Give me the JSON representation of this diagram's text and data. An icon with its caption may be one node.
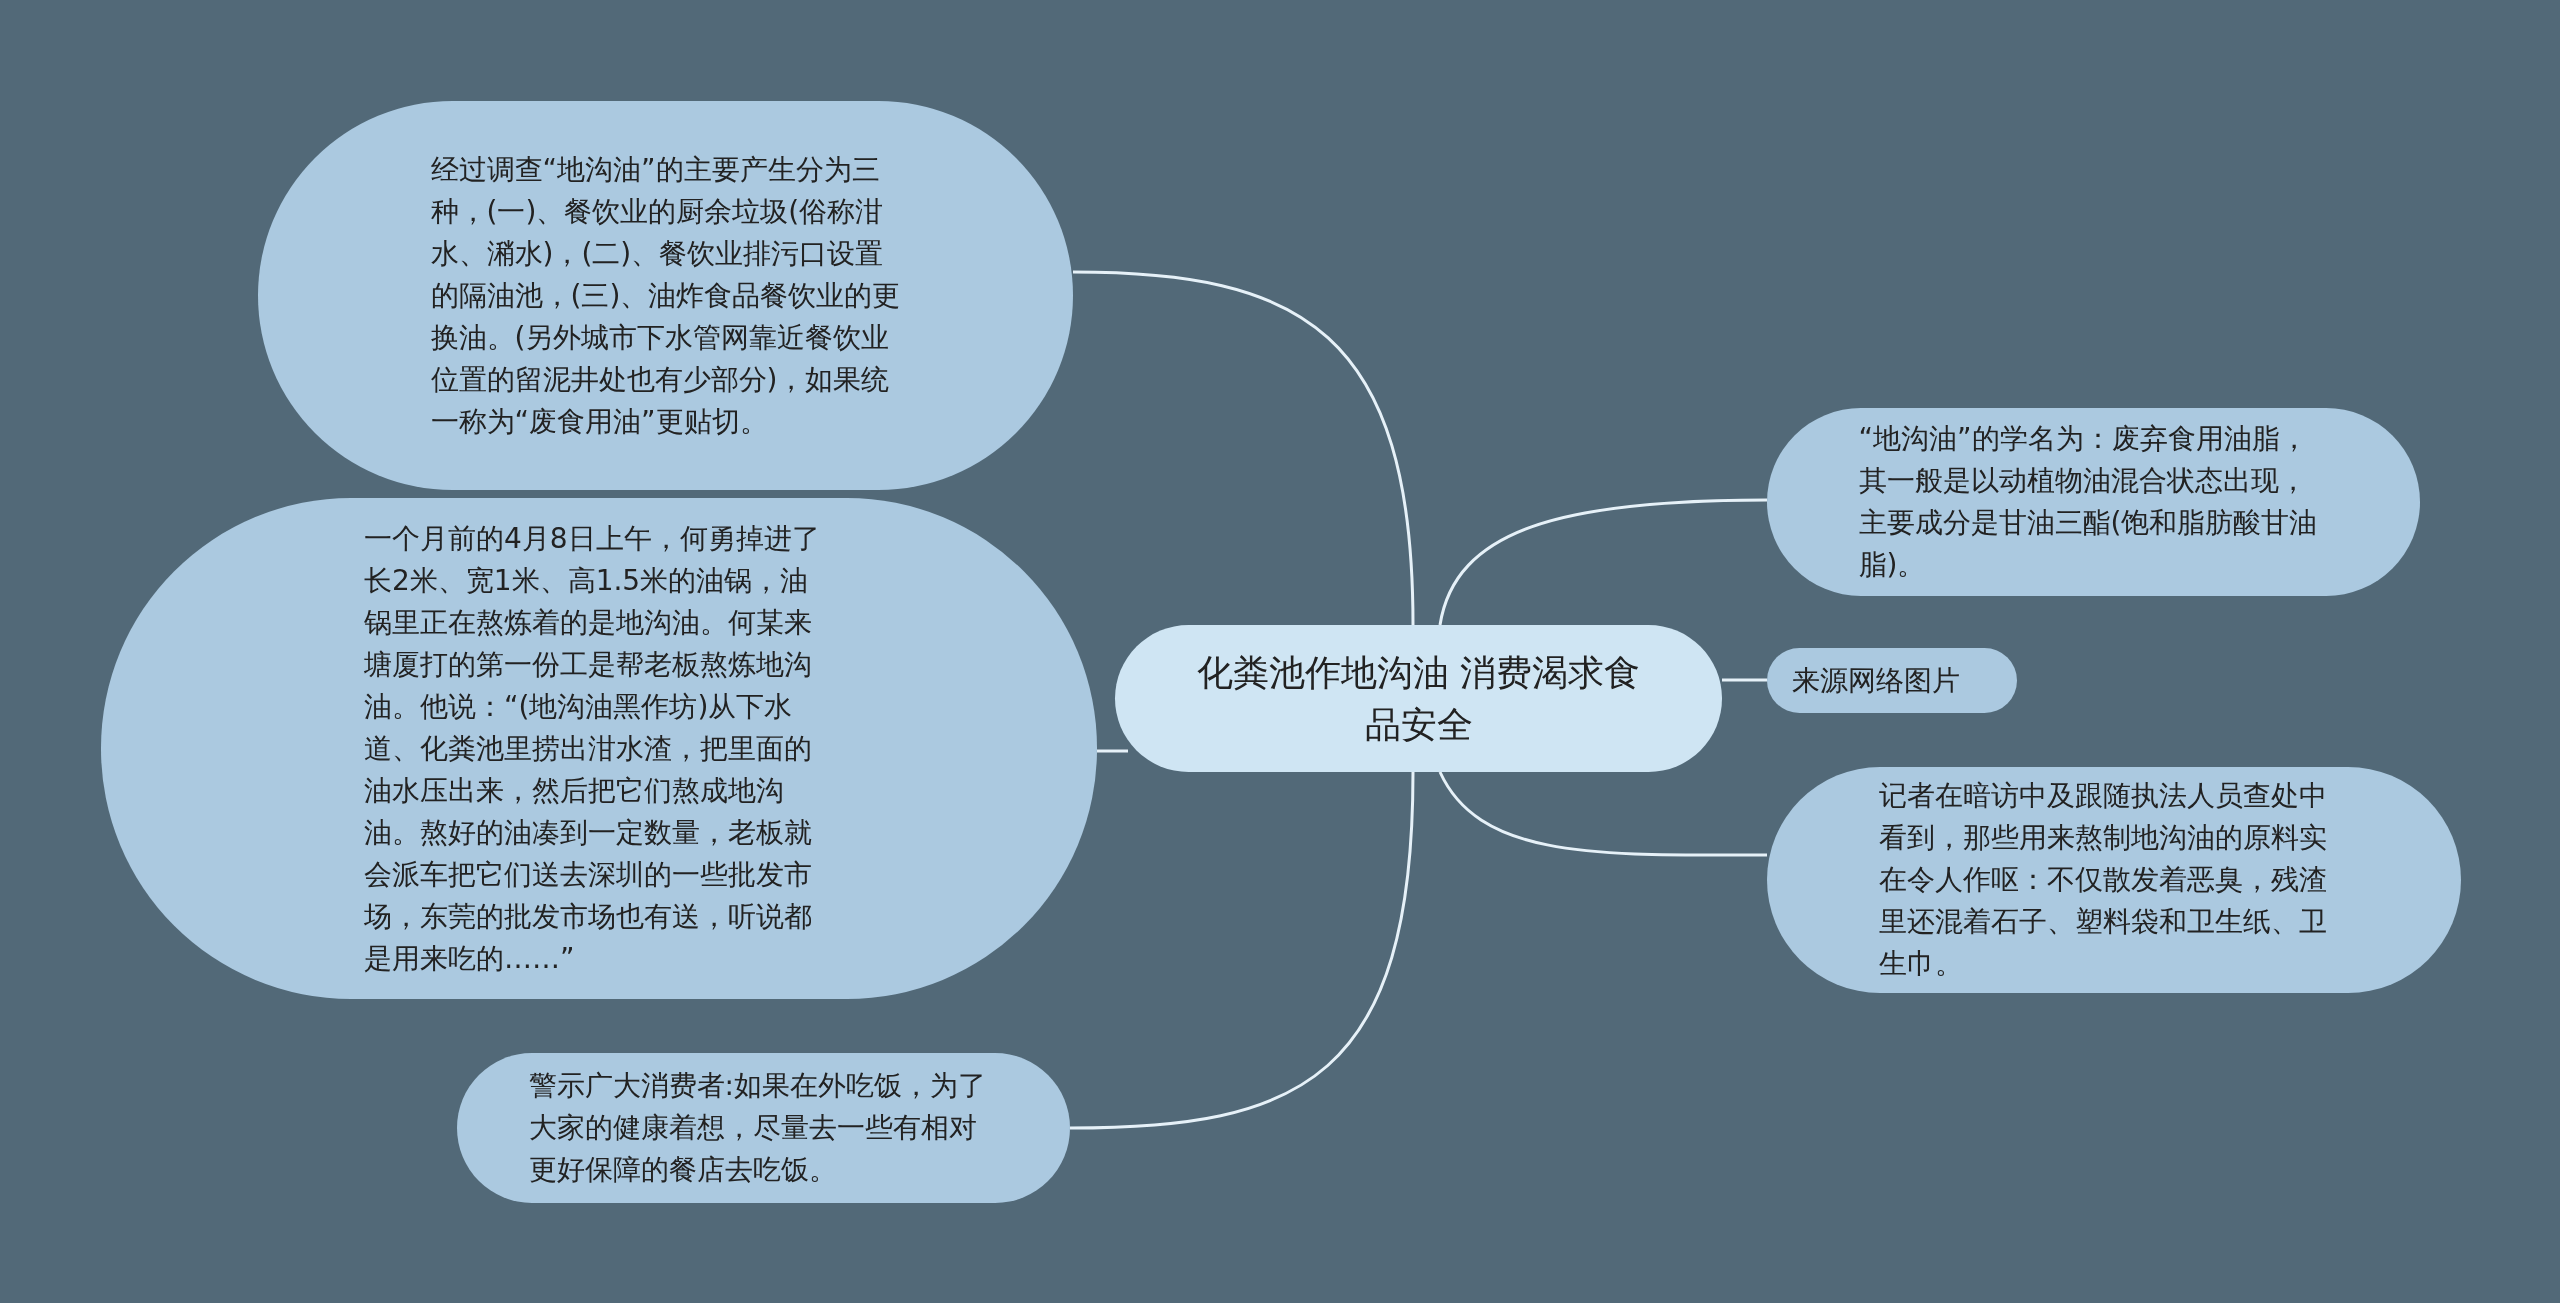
{
  "diagram": {
    "nodes": [
      {
        "text": [
          "化粪池作地沟油 消费渴求食品安全"
        ]
      },
      {
        "text": [
          "经过调查“地沟油”的主要产生分为三种，(一)、餐饮业的厨余垃圾(俗称泔水、潲水)，(二)、餐饮业排污口设置的隔油池，(三)、油炸食品餐饮业的更换油。(另外城市下水管网靠近餐饮业位置的留泥井处也有少部分)，如果统一称为“废食用油”更贴切。"
        ]
      },
      {
        "text": [
          "一个月前的4月8日上午，何勇掉进了长2米、宽1米、高1.5米的油锅，油锅里正在熬炼着的是地沟油。何某来塘厦打的第一份工是帮老板熬炼地沟油。他说：“(地沟油黑作坊)从下水道、化粪池里捞出泔水渣，把里面的油水压出来，然后把它们熬成地沟油。熬好的油凑到一定数量，老板就会派车把它们送去深圳的一些批发市场，东莞的批发市场也有送，听说都是用来吃的……”"
        ]
      },
      {
        "text": [
          "警示广大消费者:如果在外吃饭，为了大家的健康着想，尽量去一些有相对更好保障的餐店去吃饭。"
        ]
      },
      {
        "text": [
          "“地沟油”的学名为：废弃食用油脂，其一般是以动植物油混合状态出现，主要成分是甘油三酯(饱和脂肪酸甘油脂)。"
        ]
      },
      {
        "text": [
          "来源网络图片"
        ]
      },
      {
        "text": [
          "记者在暗访中及跟随执法人员查处中看到，那些用来熬制地沟油的原料实在令人作呕：不仅散发着恶臭，残渣里还混着石子、塑料袋和卫生纸、卫生巾。"
        ]
      }
    ],
    "edges": [
      {
        "from": 0,
        "to": 1,
        "arrow": "none"
      },
      {
        "from": 0,
        "to": 2,
        "arrow": "none"
      },
      {
        "from": 0,
        "to": 3,
        "arrow": "none"
      },
      {
        "from": 0,
        "to": 4,
        "arrow": "none"
      },
      {
        "from": 0,
        "to": 5,
        "arrow": "none"
      },
      {
        "from": 0,
        "to": 6,
        "arrow": "none"
      }
    ]
  }
}
